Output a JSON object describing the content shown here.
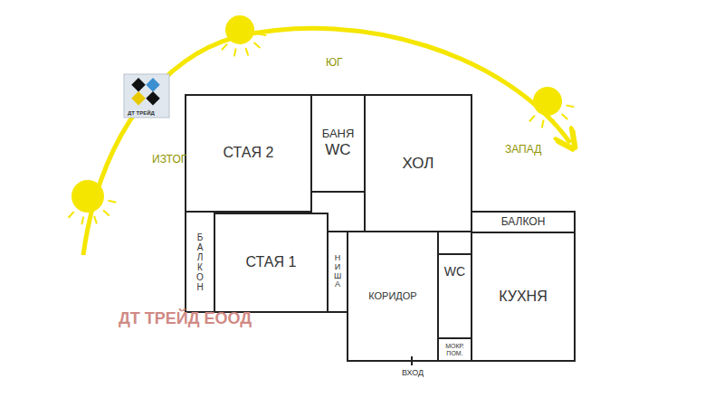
{
  "diagram": {
    "nodes": [
      {
        "text": [
          "СТАЯ 2"
        ]
      },
      {
        "text": [
          "БАНЯ",
          "WC"
        ]
      },
      {
        "text": [
          "ХОЛ"
        ]
      },
      {
        "text": [
          "БАЛКОН"
        ]
      },
      {
        "text": [
          "СТАЯ 1"
        ]
      },
      {
        "text": [
          "НИША"
        ]
      },
      {
        "text": [
          "КОРИДОР"
        ]
      },
      {
        "text": [
          "WC"
        ]
      },
      {
        "text": [
          "МОКР. ПОМ."
        ]
      },
      {
        "text": [
          "БАЛКОН"
        ]
      },
      {
        "text": [
          "КУХНЯ"
        ]
      }
    ],
    "labels": [
      "ЮГ",
      "ИЗТОГ",
      "ЗАПАД",
      "ВХОД",
      "ДТ ТРЕЙД ЕООД",
      "ДТ ТРЕЙД"
    ]
  }
}
